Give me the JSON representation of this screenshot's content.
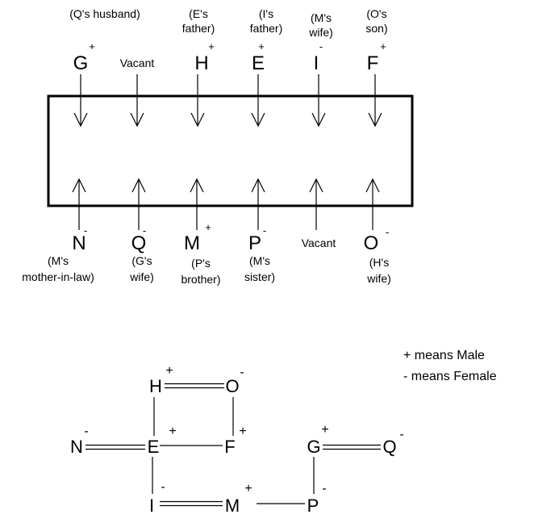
{
  "seating": {
    "top": [
      {
        "note": [
          "(Q's husband)"
        ],
        "sign": "+",
        "letter": "G"
      },
      {
        "note": [],
        "sign": "",
        "letter": "Vacant"
      },
      {
        "note": [
          "(E's",
          "father)"
        ],
        "sign": "+",
        "letter": "H"
      },
      {
        "note": [
          "(I's",
          "father)"
        ],
        "sign": "+",
        "letter": "E"
      },
      {
        "note": [
          "(M's",
          "wife)"
        ],
        "sign": "-",
        "letter": "I"
      },
      {
        "note": [
          "(O's",
          "son)"
        ],
        "sign": "+",
        "letter": "F"
      }
    ],
    "bottom": [
      {
        "note": [
          "(M's",
          "mother-in-law)"
        ],
        "sign": "-",
        "letter": "N"
      },
      {
        "note": [
          "(G's",
          "wife)"
        ],
        "sign": "-",
        "letter": "Q"
      },
      {
        "note": [
          "(P's",
          "brother)"
        ],
        "sign": "+",
        "letter": "M"
      },
      {
        "note": [
          "(M's",
          "sister)"
        ],
        "sign": "-",
        "letter": "P"
      },
      {
        "note": [],
        "sign": "",
        "letter": "Vacant"
      },
      {
        "note": [
          "(H's",
          "wife)"
        ],
        "sign": "-",
        "letter": "O"
      }
    ]
  },
  "legend": {
    "male": "+ means Male",
    "female": "- means Female"
  },
  "family_tree": {
    "nodes": [
      {
        "letter": "H",
        "sign": "+"
      },
      {
        "letter": "O",
        "sign": "-"
      },
      {
        "letter": "N",
        "sign": "-"
      },
      {
        "letter": "E",
        "sign": "+"
      },
      {
        "letter": "F",
        "sign": "+"
      },
      {
        "letter": "G",
        "sign": "+"
      },
      {
        "letter": "Q",
        "sign": "-"
      },
      {
        "letter": "I",
        "sign": "-"
      },
      {
        "letter": "M",
        "sign": "+"
      },
      {
        "letter": "P",
        "sign": "-"
      }
    ]
  }
}
